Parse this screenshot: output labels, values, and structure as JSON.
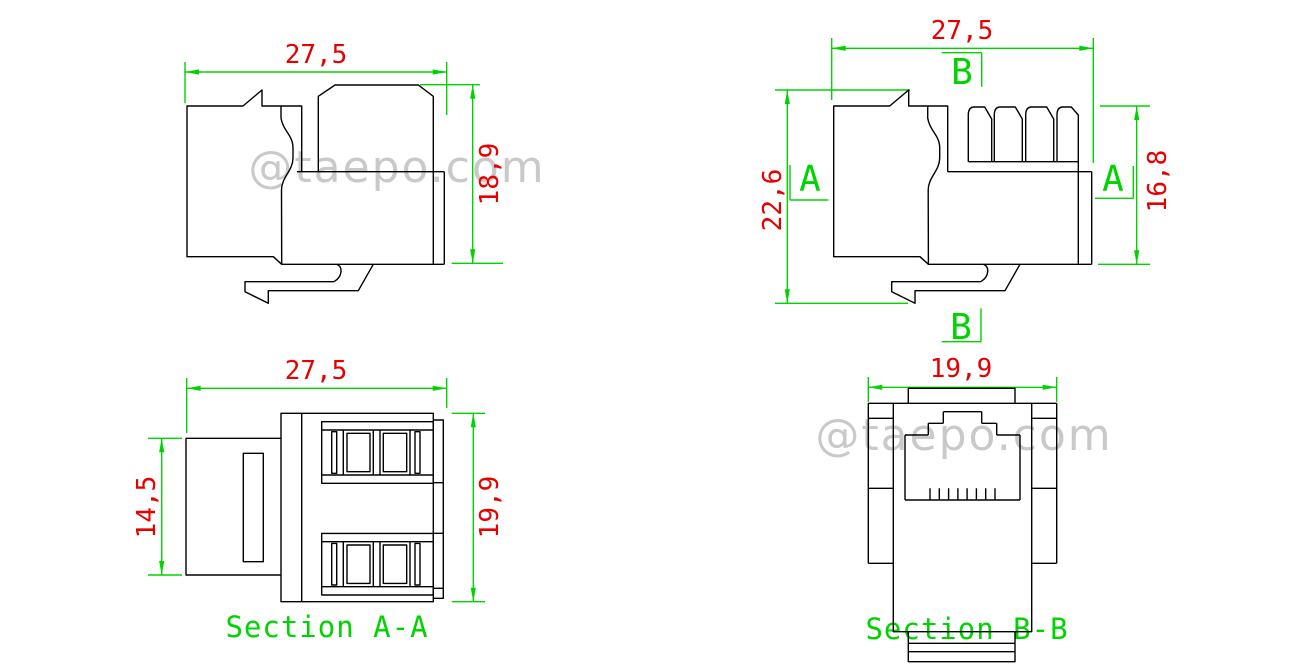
{
  "watermark_text": "@taepo.com",
  "colors": {
    "dimension_green": "#00d400",
    "text_red": "#e60000",
    "outline_black": "#000000",
    "watermark_gray": "#c9c9c9"
  },
  "views": {
    "side_front": {
      "title": "keystone jack side view (front latch side)",
      "dim_width": "27,5",
      "dim_height": "18,9"
    },
    "side_back": {
      "title": "keystone jack side view (IDC contact side)",
      "dim_width": "27,5",
      "dim_height_total": "22,6",
      "dim_height_body": "16,8",
      "marker_a": "A",
      "marker_b": "B"
    },
    "section_aa": {
      "label": "Section A-A",
      "dim_width": "27,5",
      "dim_height_front": "14,5",
      "dim_height_body": "19,9"
    },
    "section_bb": {
      "label": "Section B-B",
      "dim_width": "19,9"
    }
  }
}
